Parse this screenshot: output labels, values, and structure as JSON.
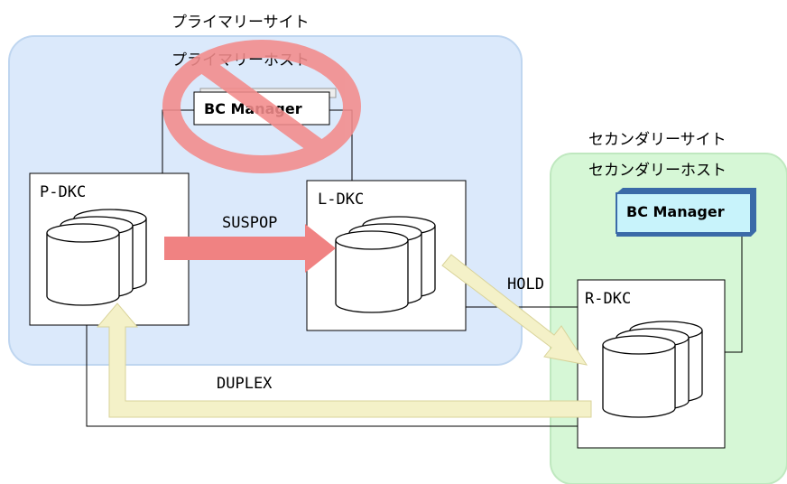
{
  "sites": {
    "primary": {
      "label": "プライマリーサイト",
      "host_label": "プライマリーホスト",
      "color": "#dbe9fb"
    },
    "secondary": {
      "label": "セカンダリーサイト",
      "host_label": "セカンダリーホスト",
      "color": "#d6f7d6"
    }
  },
  "bc_manager": {
    "primary_label": "BC Manager",
    "secondary_label": "BC Manager",
    "disabled": true
  },
  "storage": {
    "p_dkc": "P-DKC",
    "l_dkc": "L-DKC",
    "r_dkc": "R-DKC"
  },
  "links": {
    "p_to_l": "SUSPOP",
    "l_to_r": "HOLD",
    "r_to_p": "DUPLEX"
  },
  "colors": {
    "red_arrow": "#f08282",
    "yellow_arrow": "#f4f1c8",
    "prohibited": "#f38b8b"
  }
}
